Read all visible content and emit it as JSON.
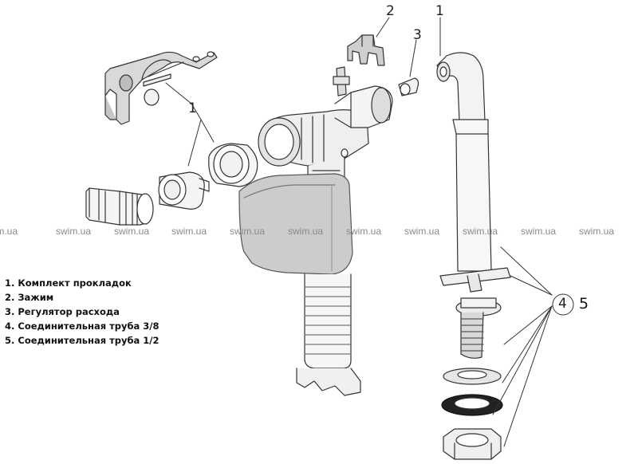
{
  "callouts": {
    "clamp": "2",
    "tube_top": "1",
    "regulator": "3",
    "gaskets": "1",
    "pipe_38": "4",
    "pipe_12": "5"
  },
  "legend": [
    "1. Комплект прокладок",
    "2. Зажим",
    "3. Регулятор расхода",
    "4. Соединительная труба 3/8",
    "5. Соединительная труба 1/2"
  ],
  "watermark": {
    "text": "swim.ua",
    "repeat": 11,
    "color": "#8a8a8a"
  }
}
